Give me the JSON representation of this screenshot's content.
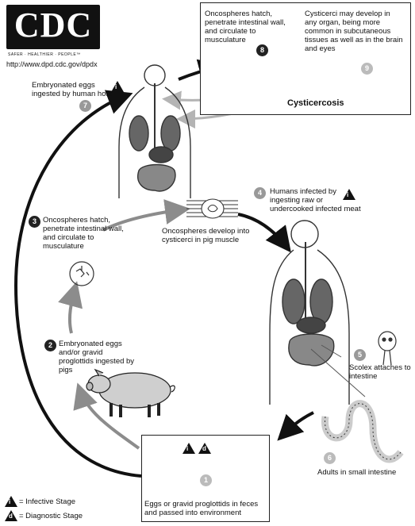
{
  "logo": {
    "text": "CDC",
    "tagline": "SAFER · HEALTHIER · PEOPLE™"
  },
  "url": "http://www.dpd.cdc.gov/dpdx",
  "stages": [
    {
      "num": "1",
      "text": "Eggs or gravid proglottids in feces and passed into environment"
    },
    {
      "num": "2",
      "text": "Embryonated eggs and/or gravid proglottids ingested by pigs"
    },
    {
      "num": "3",
      "text": "Oncospheres hatch, penetrate intestinal wall, and circulate to musculature"
    },
    {
      "num": "4",
      "text": "Humans infected by ingesting raw or undercooked infected meat"
    },
    {
      "num": "5",
      "text": "Scolex attaches to intestine"
    },
    {
      "num": "6",
      "text": "Adults in small intestine"
    },
    {
      "num": "7",
      "text": "Embryonated eggs ingested by human host"
    },
    {
      "num": "8",
      "text": "Oncospheres hatch, penetrate intestinal wall, and circulate to musculature"
    },
    {
      "num": "9",
      "text": "Cysticerci may develop in any organ, being more common in subcutaneous tissues as well as in the brain and eyes"
    }
  ],
  "cysticerci_label": "Oncospheres develop into cysticerci in pig muscle",
  "cysticercosis_label": "Cysticercosis",
  "legend": {
    "infective_symbol": "i",
    "infective": "= Infective Stage",
    "diagnostic_symbol": "d",
    "diagnostic": "= Diagnostic Stage"
  },
  "colors": {
    "dark_arrow": "#111111",
    "gray_arrow": "#8c8c8c",
    "light_arrow": "#b4b4b4"
  }
}
